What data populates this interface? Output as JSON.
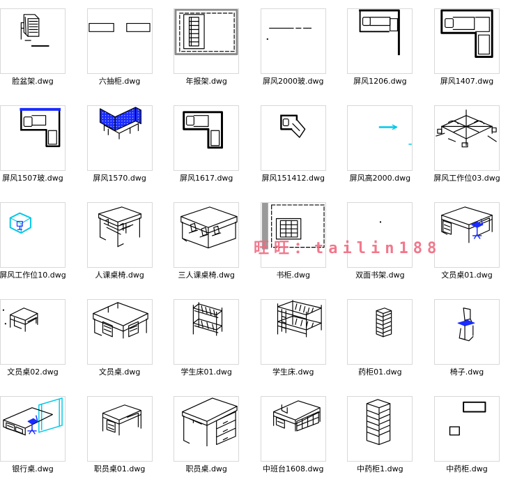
{
  "files": [
    {
      "name": "脸盆架.dwg"
    },
    {
      "name": "六抽柜.dwg"
    },
    {
      "name": "年报架.dwg"
    },
    {
      "name": "屏风2000玻.dwg"
    },
    {
      "name": "屏风1206.dwg"
    },
    {
      "name": "屏风1407.dwg"
    },
    {
      "name": "屏风1507玻.dwg"
    },
    {
      "name": "屏风1570.dwg"
    },
    {
      "name": "屏风1617.dwg"
    },
    {
      "name": "屏风151412.dwg"
    },
    {
      "name": "屏风高2000.dwg"
    },
    {
      "name": "屏风工作位03.dwg"
    },
    {
      "name": "屏风工作位10.dwg"
    },
    {
      "name": "人课桌椅.dwg"
    },
    {
      "name": "三人课桌椅.dwg"
    },
    {
      "name": "书柜.dwg"
    },
    {
      "name": "双面书架.dwg"
    },
    {
      "name": "文员桌01.dwg"
    },
    {
      "name": "文员桌02.dwg"
    },
    {
      "name": "文员桌.dwg"
    },
    {
      "name": "学生床01.dwg"
    },
    {
      "name": "学生床.dwg"
    },
    {
      "name": "药柜01.dwg"
    },
    {
      "name": "椅子.dwg"
    },
    {
      "name": "银行桌.dwg"
    },
    {
      "name": "职员桌01.dwg"
    },
    {
      "name": "职员桌.dwg"
    },
    {
      "name": "中班台1608.dwg"
    },
    {
      "name": "中药柜1.dwg"
    },
    {
      "name": "中药柜.dwg"
    }
  ],
  "watermark": "旺旺：tailin188",
  "colors": {
    "accent_blue": "#1a2cff",
    "accent_cyan": "#00c8e8",
    "watermark": "#f06a80",
    "frame_border": "#d8d8d8"
  }
}
